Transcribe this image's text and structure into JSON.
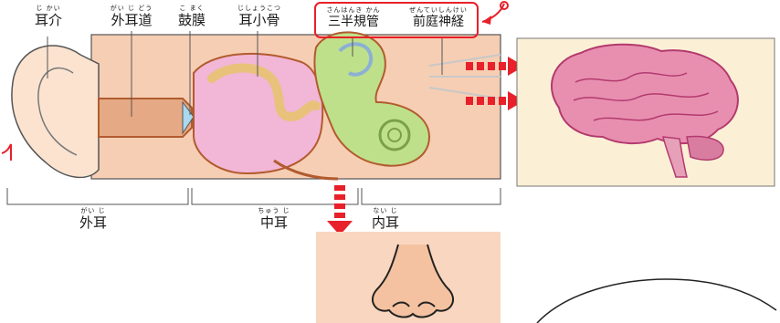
{
  "labels": {
    "jikai": {
      "ruby": "じ かい",
      "text": "耳介"
    },
    "gaijido": {
      "ruby": "がい じ どう",
      "text": "外耳道"
    },
    "komaku": {
      "ruby": "こ まく",
      "text": "鼓膜"
    },
    "jishokotsu": {
      "ruby": "じしょうこつ",
      "text": "耳小骨"
    },
    "sanhankikan": {
      "ruby": "さんはんき かん",
      "text": "三半規管"
    },
    "zenteishinkei": {
      "ruby": "ぜんていしんけい",
      "text": "前庭神経"
    },
    "gaiji": {
      "ruby": "がい じ",
      "text": "外耳"
    },
    "chuji": {
      "ruby": "ちゅう じ",
      "text": "中耳"
    },
    "naiji": {
      "ruby": "ない じ",
      "text": "内耳"
    }
  },
  "colors": {
    "highlight": "#e8202a",
    "skin": "#f7d6bf",
    "brain": "#e88fb0",
    "inner_ear": "#bfe08a",
    "middle_ear": "#f2b6d6"
  }
}
